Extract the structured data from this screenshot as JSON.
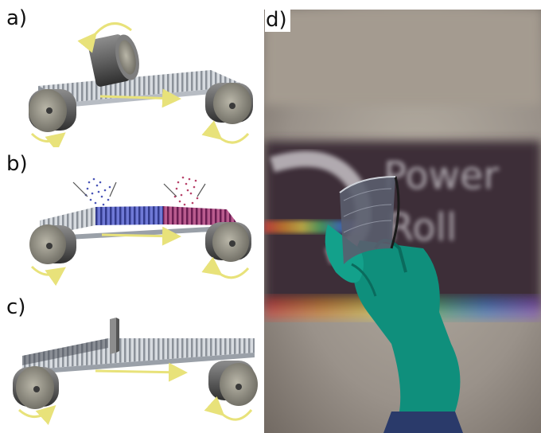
{
  "panels": {
    "a": {
      "label": "a)"
    },
    "b": {
      "label": "b)"
    },
    "c": {
      "label": "c)"
    },
    "d": {
      "label": "d)"
    }
  },
  "photo": {
    "sign_text_line1": "Power",
    "sign_text_line2": "Roll"
  },
  "colors": {
    "arrow": "#e8e27a",
    "belt": "#c9ced6",
    "blue_coat": "#4a55b8",
    "red_coat": "#b8426a",
    "glove": "#0f8f7c"
  }
}
